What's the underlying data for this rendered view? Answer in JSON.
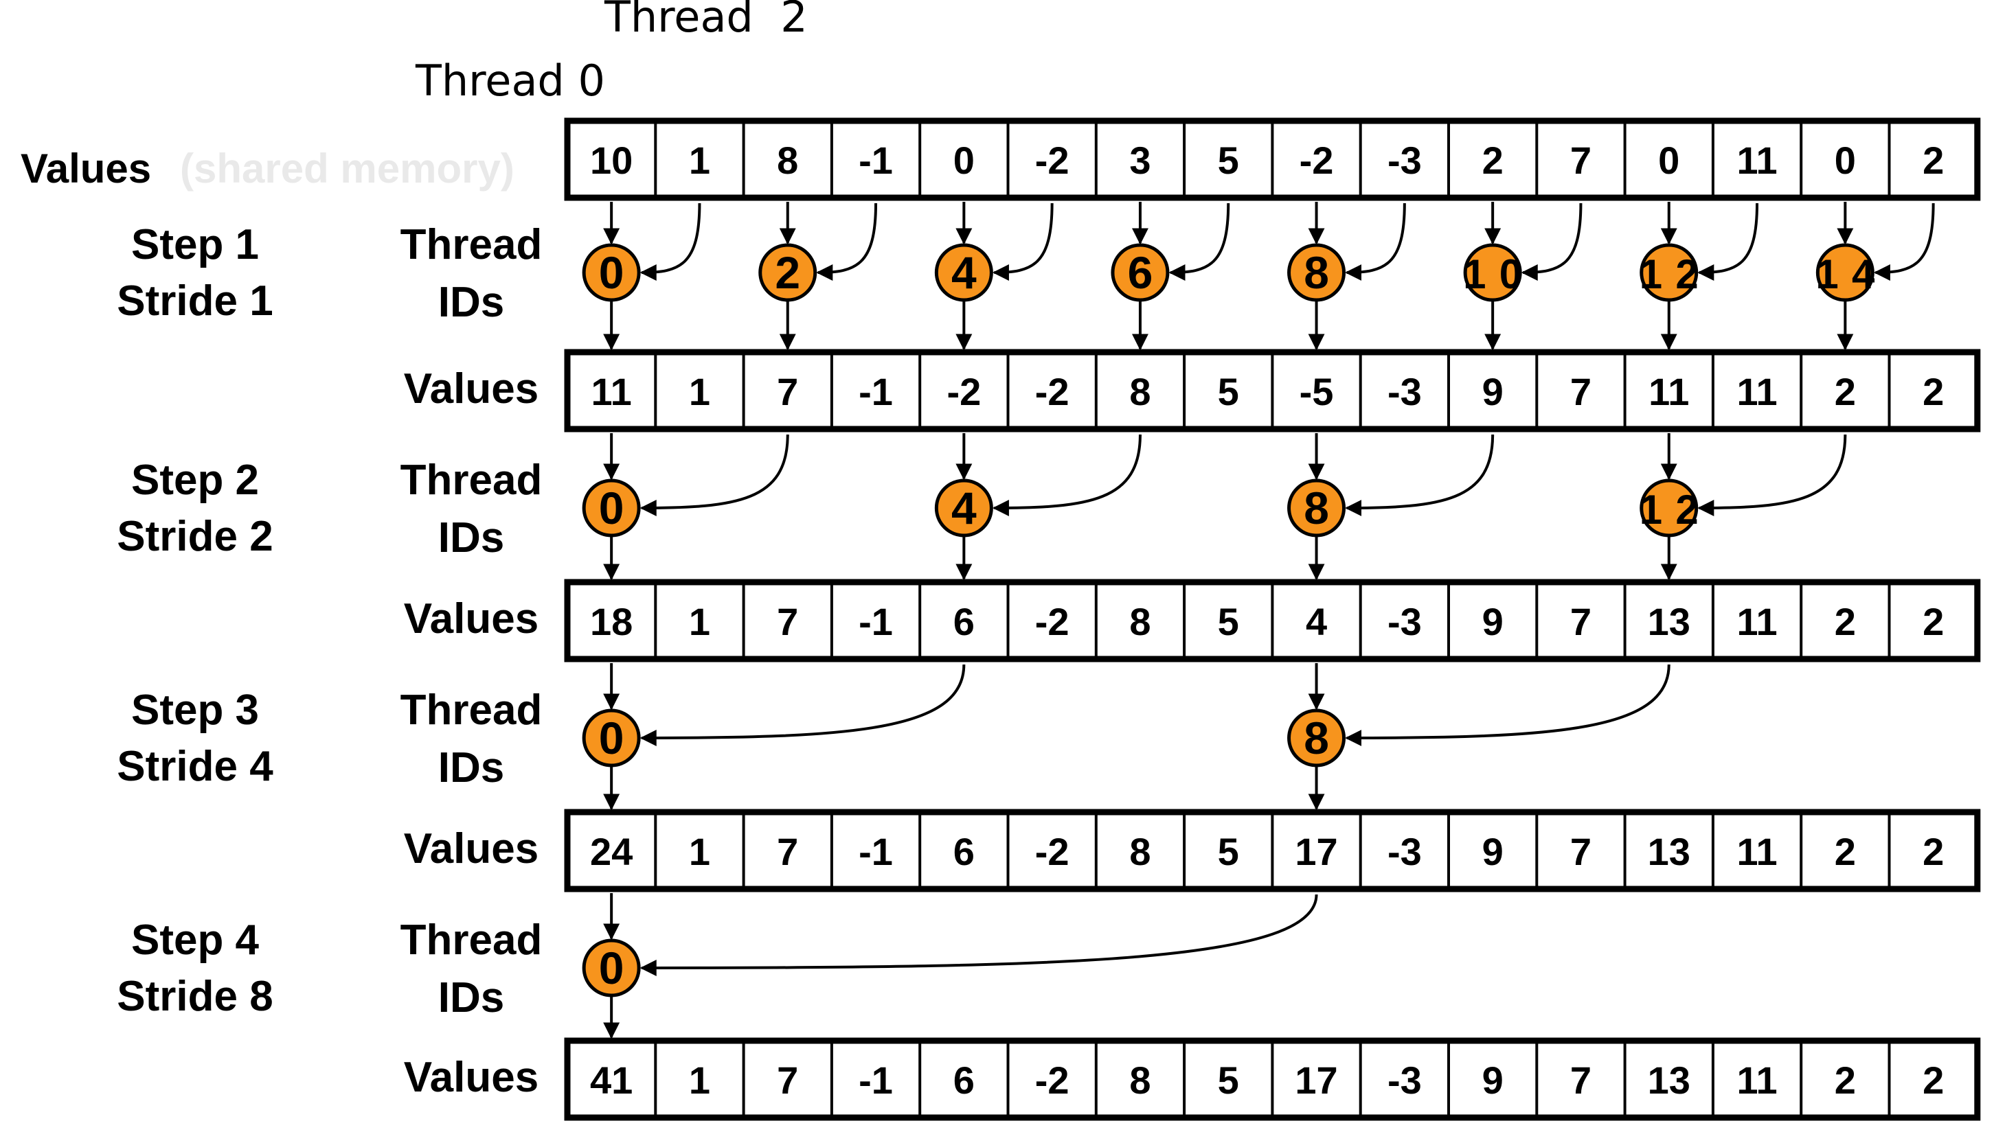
{
  "header": {
    "thread_2": "Thread  2",
    "thread_0": "Thread 0"
  },
  "row_label_values_top": "Values",
  "row_label_shared_memory": "(shared memory)",
  "row_label_values": "Values",
  "row_label_thread": "Thread",
  "row_label_ids": "IDs",
  "steps": [
    {
      "step": "Step 1",
      "stride": "Stride 1",
      "threads": [
        0,
        2,
        4,
        6,
        8,
        10,
        12,
        14
      ]
    },
    {
      "step": "Step 2",
      "stride": "Stride 2",
      "threads": [
        0,
        4,
        8,
        12
      ]
    },
    {
      "step": "Step 3",
      "stride": "Stride 4",
      "threads": [
        0,
        8
      ]
    },
    {
      "step": "Step 4",
      "stride": "Stride 8",
      "threads": [
        0
      ]
    }
  ],
  "value_rows": [
    [
      "10",
      "1",
      "8",
      "-1",
      "0",
      "-2",
      "3",
      "5",
      "-2",
      "-3",
      "2",
      "7",
      "0",
      "11",
      "0",
      "2"
    ],
    [
      "11",
      "1",
      "7",
      "-1",
      "-2",
      "-2",
      "8",
      "5",
      "-5",
      "-3",
      "9",
      "7",
      "11",
      "11",
      "2",
      "2"
    ],
    [
      "18",
      "1",
      "7",
      "-1",
      "6",
      "-2",
      "8",
      "5",
      "4",
      "-3",
      "9",
      "7",
      "13",
      "11",
      "2",
      "2"
    ],
    [
      "24",
      "1",
      "7",
      "-1",
      "6",
      "-2",
      "8",
      "5",
      "17",
      "-3",
      "9",
      "7",
      "13",
      "11",
      "2",
      "2"
    ],
    [
      "41",
      "1",
      "7",
      "-1",
      "6",
      "-2",
      "8",
      "5",
      "17",
      "-3",
      "9",
      "7",
      "13",
      "11",
      "2",
      "2"
    ]
  ],
  "colors": {
    "node_fill": "#f7941d",
    "stroke": "#000000",
    "faded_text": "#e9e9e9"
  }
}
